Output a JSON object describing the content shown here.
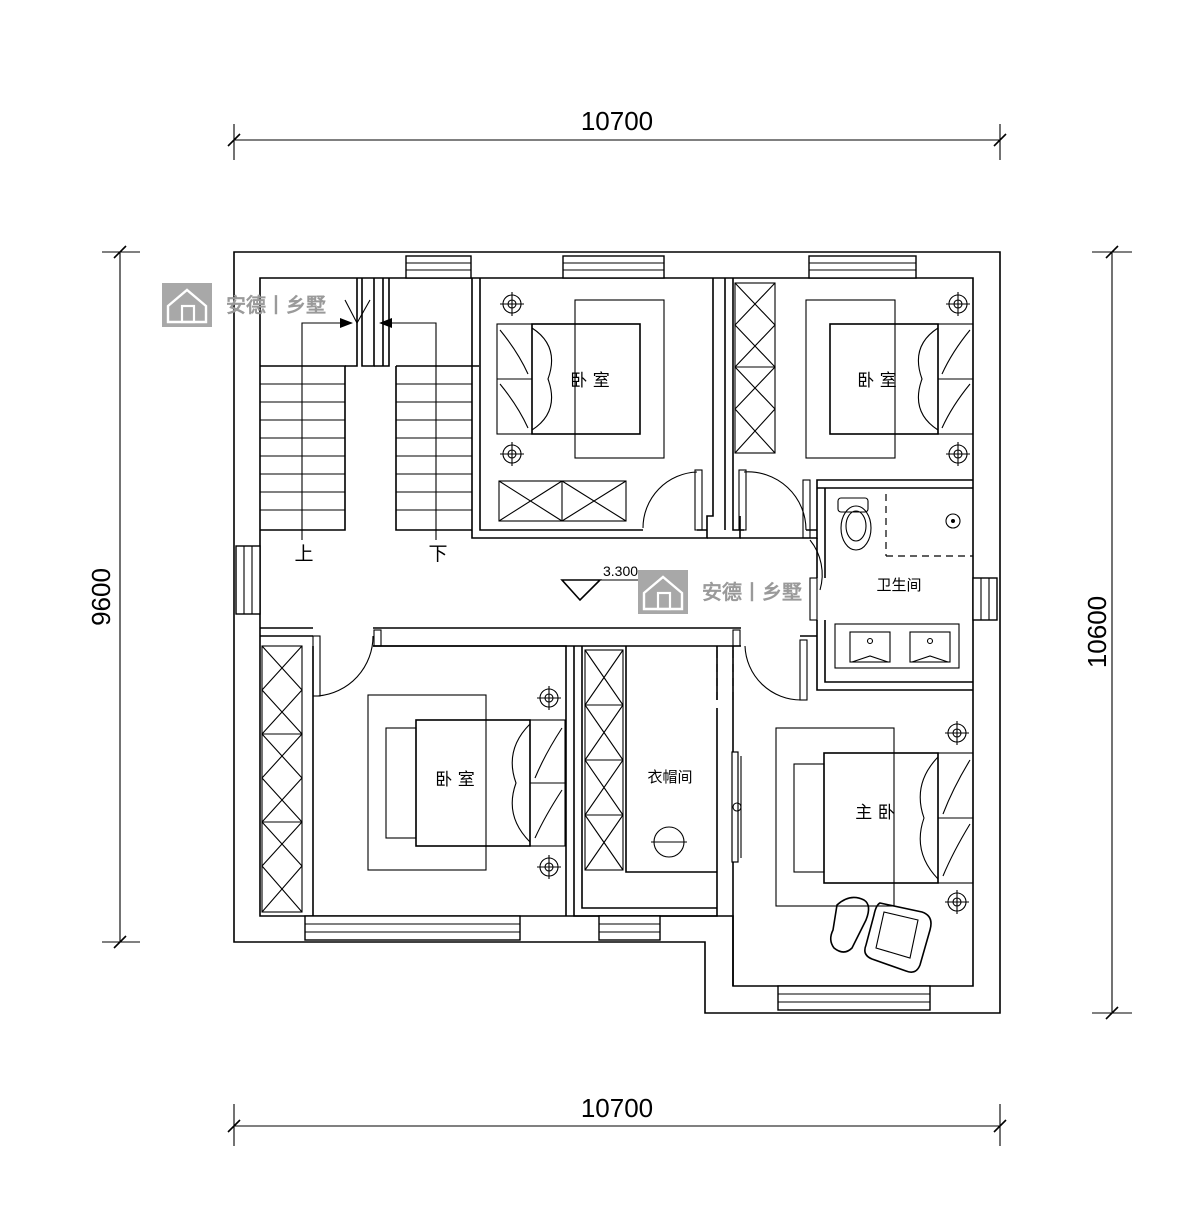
{
  "dimensions": {
    "top_width": "10700",
    "bottom_width": "10700",
    "left_depth": "9600",
    "right_depth": "10600"
  },
  "rooms": {
    "bedroom_top_left": "卧 室",
    "bedroom_top_right": "卧 室",
    "bathroom": "卫生间",
    "bedroom_bottom_left": "卧 室",
    "walk_in_closet": "衣帽间",
    "master_bedroom": "主 卧"
  },
  "stairs": {
    "up_label": "上",
    "down_label": "下"
  },
  "level_mark": "3.300",
  "watermark": {
    "brand": "安德丨乡墅"
  }
}
